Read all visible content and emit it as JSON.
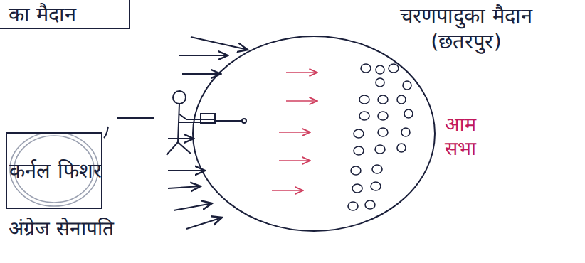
{
  "diagram": {
    "nodes": [
      {
        "text": [
          "चरणपादुका मैदान (छतरपुर)",
          "आम सभा"
        ]
      },
      {
        "text": [
          "कर्नल फिशर",
          "अंग्रेज सेनापति"
        ]
      }
    ],
    "labels": [
      "का मैदान"
    ]
  }
}
